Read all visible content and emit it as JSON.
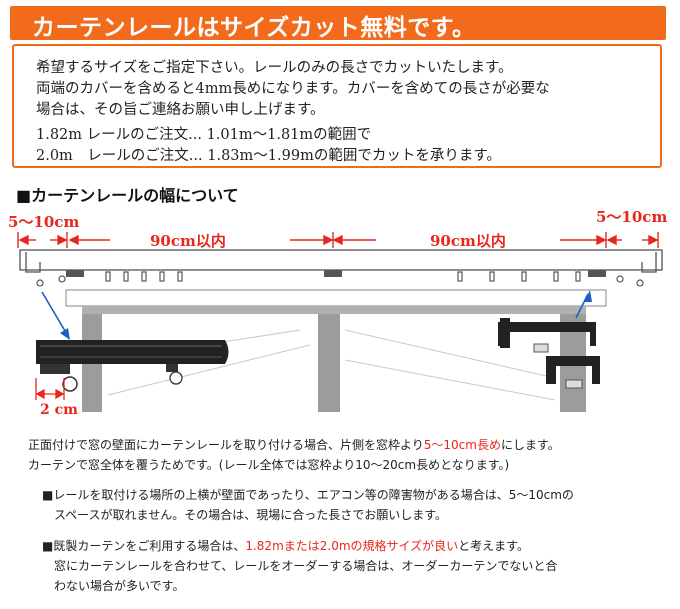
{
  "banner": {
    "title": "カーテンレールはサイズカット無料です。"
  },
  "notice": {
    "line1": "希望するサイズをご指定下さい。レールのみの長さでカットいたします。",
    "line2": "両端のカバーを含めると4mm長めになります。カバーを含めての長さが必要な",
    "line3": "場合は、その旨ご連絡お願い申し上げます。",
    "line4": "1.82m レールのご注文... 1.01m〜1.81mの範囲で",
    "line5": "2.0m　レールのご注文... 1.83m〜1.99mの範囲でカットを承ります。"
  },
  "section": {
    "title": "■カーテンレールの幅について"
  },
  "diagram": {
    "left_margin_label": "5〜10cm",
    "right_margin_label": "5〜10cm",
    "span_left_label": "90cm以内",
    "span_right_label": "90cm以内",
    "bracket_offset_label": "2 cm"
  },
  "body": {
    "p1_a": "正面付けで窓の壁面にカーテンレールを取り付ける場合、片側を窓枠より",
    "p1_highlight": "5〜10cm長め",
    "p1_b": "にします。",
    "p1_line2": "カーテンで窓全体を覆うためです。(レール全体では窓枠より10〜20cm長めとなります。)",
    "n1_line1": "■レールを取付ける場所の上横が壁面であったり、エアコン等の障害物がある場合は、5〜10cmの",
    "n1_line2": "スペースが取れません。その場合は、現場に合った長さでお願いします。",
    "n2_a": "■既製カーテンをご利用する場合は、",
    "n2_highlight": "1.82mまたは2.0mの規格サイズが良い",
    "n2_b": "と考えます。",
    "n2_line2": "窓にカーテンレールを合わせて、レールをオーダーする場合は、オーダーカーテンでないと合",
    "n2_line3": "わない場合が多いです。"
  },
  "colors": {
    "accent": "#f26b1d",
    "highlight": "#e8261e",
    "rail": "#2a2a2a"
  }
}
